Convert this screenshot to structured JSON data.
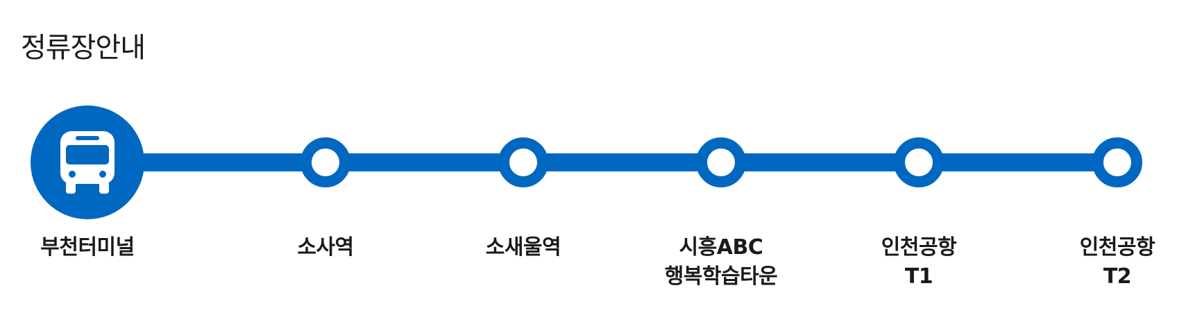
{
  "page_title": "정류장안내",
  "colors": {
    "line": "#0068c0",
    "stop_fill": "#ffffff",
    "text": "#1a1a1a"
  },
  "terminal_icon": "bus-icon",
  "stops": [
    {
      "lines": [
        "부천터미널"
      ],
      "kind": "terminal"
    },
    {
      "lines": [
        "소사역"
      ],
      "kind": "stop"
    },
    {
      "lines": [
        "소새울역"
      ],
      "kind": "stop"
    },
    {
      "lines": [
        "시흥ABC",
        "행복학습타운"
      ],
      "kind": "stop"
    },
    {
      "lines": [
        "인천공항",
        "T1"
      ],
      "kind": "stop"
    },
    {
      "lines": [
        "인천공항",
        "T2"
      ],
      "kind": "stop"
    }
  ]
}
